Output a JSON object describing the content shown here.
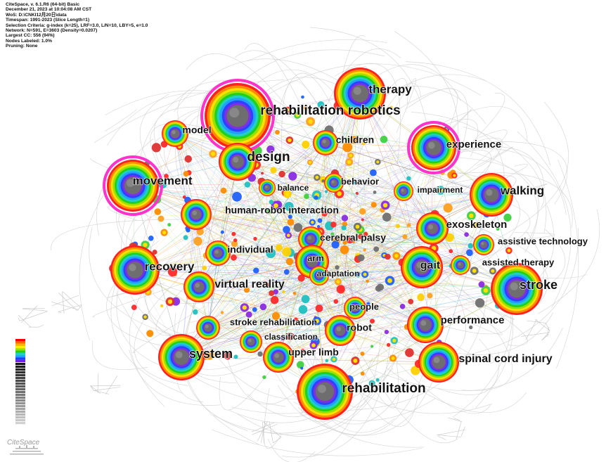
{
  "header": {
    "lines": [
      "CiteSpace, v. 6.1.R6 (64-bit) Basic",
      "December 21, 2023 at 10:04:08 AM CST",
      "WoS: D:\\CNKI12月20日\\data",
      "Timespan: 1991-2023 (Slice Length=1)",
      "Selection Criteria: g-index (k=25), LRF=3.0, L/N=10, LBY=5, e=1.0",
      "Network: N=591, E=3603 (Density=0.0207)",
      "Largest CC: 556 (94%)",
      "Nodes Labeled: 1.0%",
      "Pruning: None"
    ]
  },
  "logo": {
    "text": "CiteSpace"
  },
  "nodes": [
    {
      "id": "rehabilitation-robotics",
      "label": "rehabilitation robotics",
      "size": 4
    },
    {
      "id": "therapy",
      "label": "therapy",
      "size": 3
    },
    {
      "id": "model",
      "label": "model",
      "size": 2
    },
    {
      "id": "children",
      "label": "children",
      "size": 2
    },
    {
      "id": "design",
      "label": "design",
      "size": 3
    },
    {
      "id": "experience",
      "label": "experience",
      "size": 3
    },
    {
      "id": "movement",
      "label": "movement",
      "size": 4
    },
    {
      "id": "balance",
      "label": "balance",
      "size": 1
    },
    {
      "id": "behavior",
      "label": "behavior",
      "size": 1
    },
    {
      "id": "impairment",
      "label": "impairment",
      "size": 1
    },
    {
      "id": "walking",
      "label": "walking",
      "size": 3
    },
    {
      "id": "human-robot-interaction",
      "label": "human-robot interaction",
      "size": 2
    },
    {
      "id": "exoskeleton",
      "label": "exoskeleton",
      "size": 2
    },
    {
      "id": "cerebral-palsy",
      "label": "cerebral palsy",
      "size": 2
    },
    {
      "id": "assistive-technology",
      "label": "assistive technology",
      "size": 1
    },
    {
      "id": "individual",
      "label": "individual",
      "size": 2
    },
    {
      "id": "arm",
      "label": "arm",
      "size": 2
    },
    {
      "id": "recovery",
      "label": "recovery",
      "size": 3
    },
    {
      "id": "gait",
      "label": "gait",
      "size": 3
    },
    {
      "id": "assisted-therapy",
      "label": "assisted therapy",
      "size": 1
    },
    {
      "id": "adaptation",
      "label": "adaptation",
      "size": 1
    },
    {
      "id": "virtual-reality",
      "label": "virtual reality",
      "size": 2
    },
    {
      "id": "stroke",
      "label": "stroke",
      "size": 3
    },
    {
      "id": "people",
      "label": "people",
      "size": 1
    },
    {
      "id": "stroke-rehabilitation",
      "label": "stroke rehabilitation",
      "size": 1
    },
    {
      "id": "performance",
      "label": "performance",
      "size": 2
    },
    {
      "id": "robot",
      "label": "robot",
      "size": 2
    },
    {
      "id": "classification",
      "label": "classification",
      "size": 1
    },
    {
      "id": "system",
      "label": "system",
      "size": 3
    },
    {
      "id": "upper-limb",
      "label": "upper limb",
      "size": 2
    },
    {
      "id": "spinal-cord-injury",
      "label": "spinal cord injury",
      "size": 3
    },
    {
      "id": "rehabilitation",
      "label": "rehabilitation",
      "size": 3
    }
  ],
  "colors": {
    "ring_spectrum": [
      "#ff2020",
      "#ff8c00",
      "#ffe000",
      "#9be000",
      "#20d020",
      "#20d0c0",
      "#20a0ff",
      "#3040ff",
      "#8030e0"
    ],
    "core": "#6e6e6e",
    "halo": "#ff33cc",
    "edge": "#c8c8c8"
  }
}
